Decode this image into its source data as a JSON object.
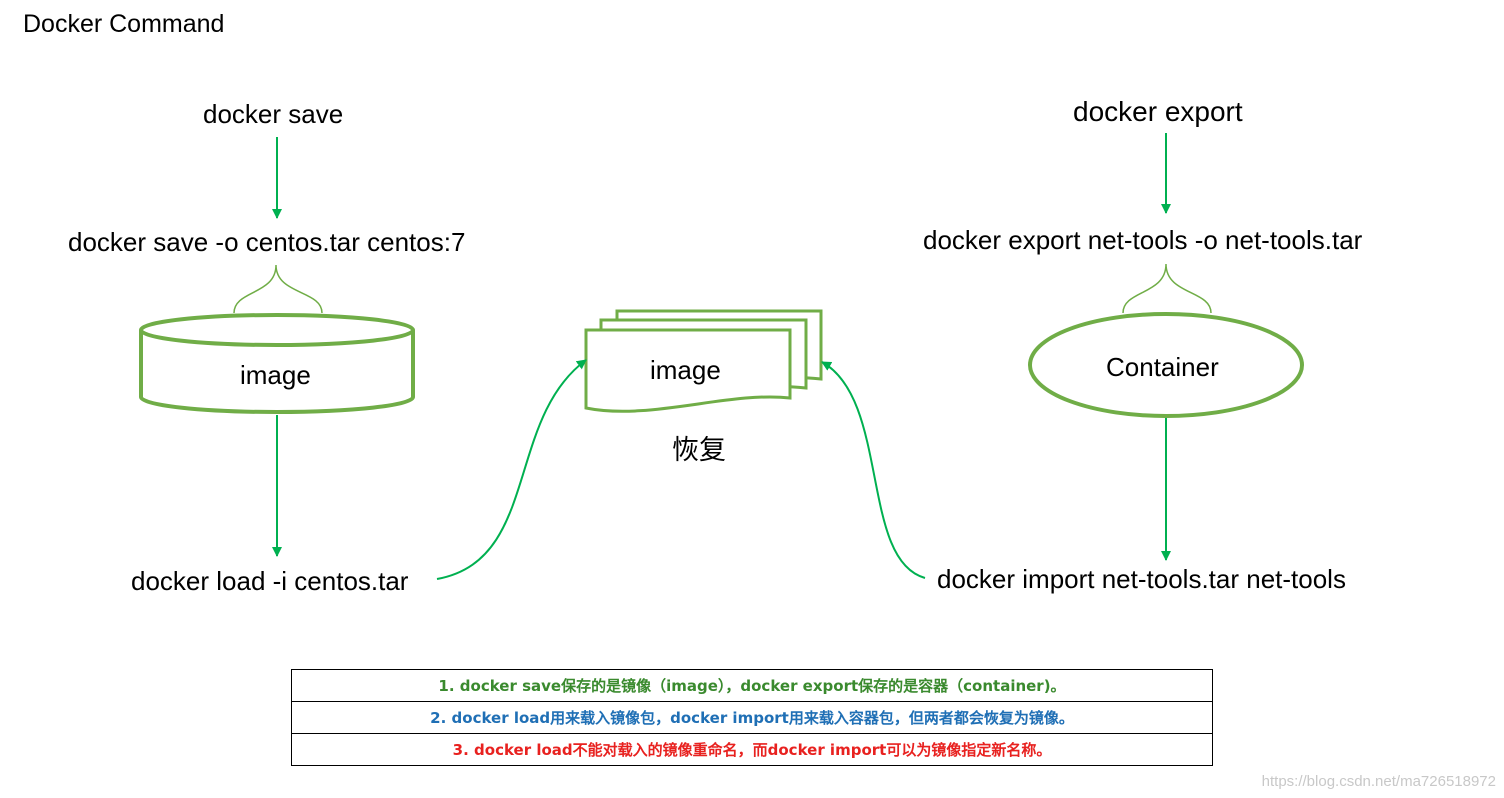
{
  "title": "Docker Command",
  "left": {
    "cmd_top": "docker save",
    "cmd_save": "docker save -o centos.tar centos:7",
    "shape_label": "image",
    "cmd_load": "docker load -i centos.tar"
  },
  "middle": {
    "shape_label": "image",
    "caption": "恢复"
  },
  "right": {
    "cmd_top": "docker export",
    "cmd_export": "docker export net-tools -o net-tools.tar",
    "shape_label": "Container",
    "cmd_import": "docker import net-tools.tar net-tools"
  },
  "notes": [
    {
      "text": "1. docker save保存的是镜像（image），docker export保存的是容器（container)。",
      "color": "#3a8a2e"
    },
    {
      "text": "2. docker load用来载入镜像包，docker import用来载入容器包，但两者都会恢复为镜像。",
      "color": "#1f6fb5"
    },
    {
      "text": "3. docker load不能对载入的镜像重命名，而docker import可以为镜像指定新名称。",
      "color": "#e8211f"
    }
  ],
  "watermark": "https://blog.csdn.net/ma726518972",
  "colors": {
    "shape_stroke": "#70ad47",
    "arrow": "#00b050"
  }
}
